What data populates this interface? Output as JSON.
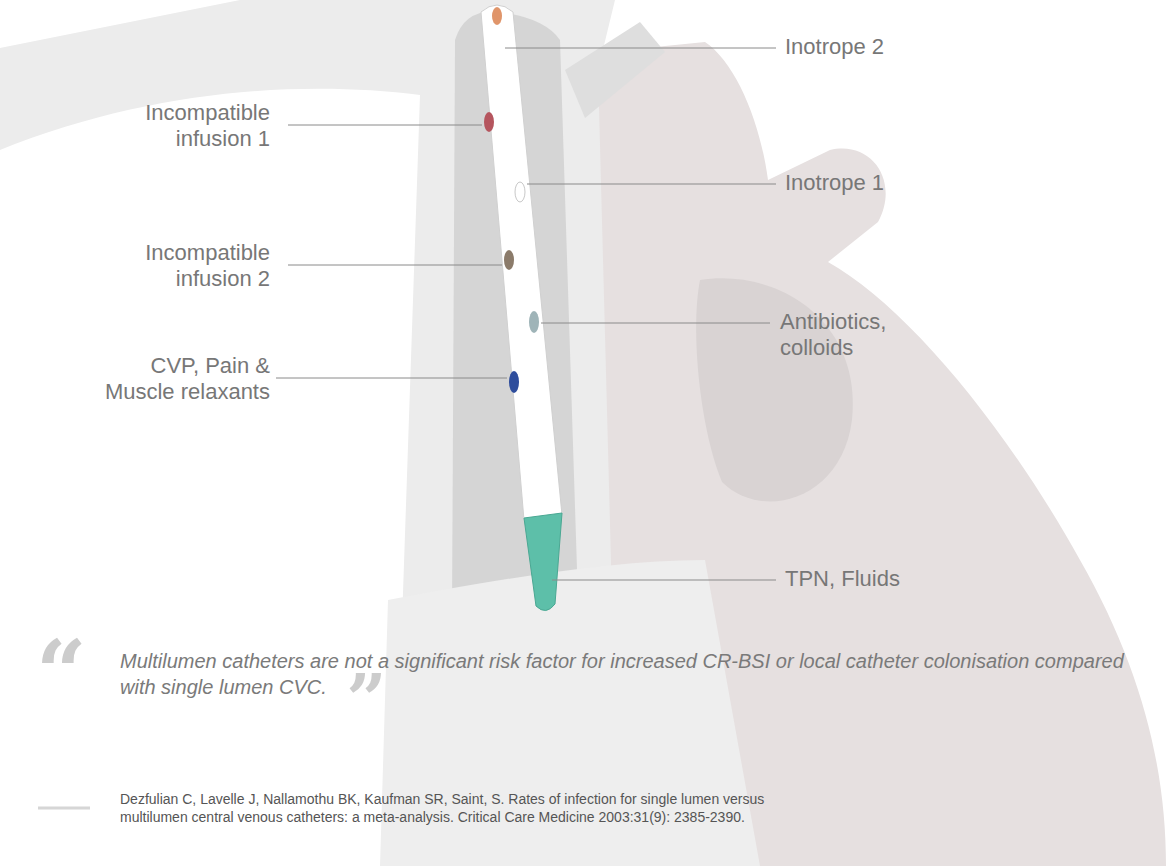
{
  "diagram": {
    "labels": [
      "Inotrope 2",
      "Incompatible infusion 1",
      "Inotrope 1",
      "Incompatible infusion 2",
      "Antibiotics, colloids",
      "CVP, Pain & Muscle relaxants",
      "TPN, Fluids",
      "“",
      "Multilumen catheters are not a significant risk factor for increased CR-BSI or local catheter colonisation compared with single lumen CVC.",
      "”",
      "Dezfulian C, Lavelle J, Nallamothu BK, Kaufman SR, Saint, S. Rates of infection for single lumen versus multilumen central venous catheters: a meta-analysis. Critical Care Medicine 2003:31(9): 2385-2390."
    ]
  }
}
